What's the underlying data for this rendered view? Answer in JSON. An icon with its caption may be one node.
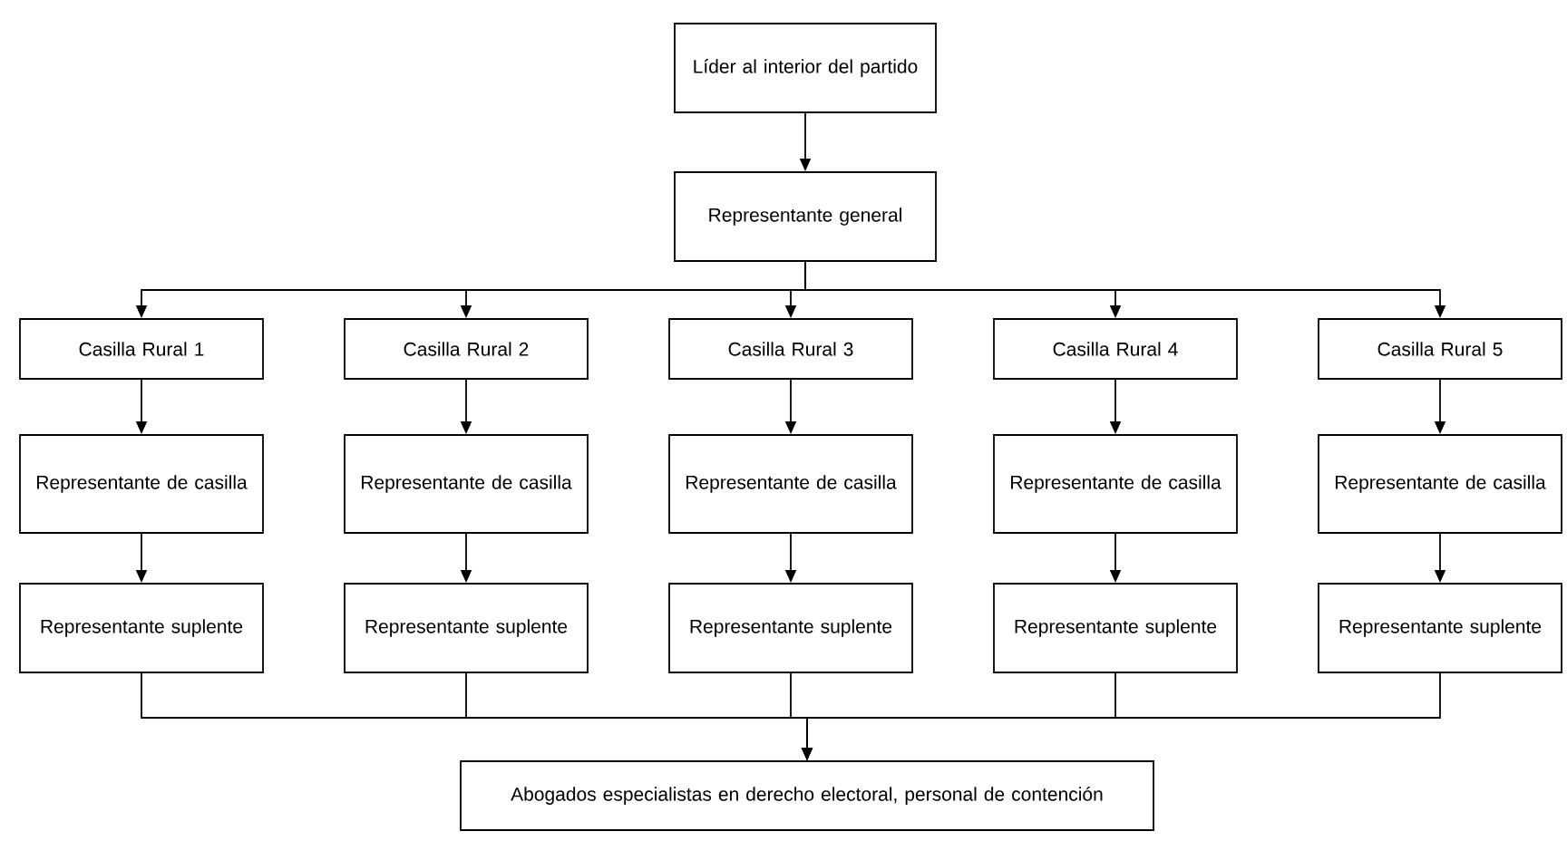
{
  "diagram": {
    "nodes": [
      {
        "text": [
          "Líder al interior del partido"
        ]
      },
      {
        "text": [
          "Representante general"
        ]
      },
      {
        "text": [
          "Casilla Rural 1"
        ]
      },
      {
        "text": [
          "Casilla Rural 2"
        ]
      },
      {
        "text": [
          "Casilla Rural 3"
        ]
      },
      {
        "text": [
          "Casilla Rural 4"
        ]
      },
      {
        "text": [
          "Casilla Rural 5"
        ]
      },
      {
        "text": [
          "Representante de casilla"
        ]
      },
      {
        "text": [
          "Representante de casilla"
        ]
      },
      {
        "text": [
          "Representante de casilla"
        ]
      },
      {
        "text": [
          "Representante de casilla"
        ]
      },
      {
        "text": [
          "Representante de casilla"
        ]
      },
      {
        "text": [
          "Representante suplente"
        ]
      },
      {
        "text": [
          "Representante suplente"
        ]
      },
      {
        "text": [
          "Representante suplente"
        ]
      },
      {
        "text": [
          "Representante suplente"
        ]
      },
      {
        "text": [
          "Representante suplente"
        ]
      },
      {
        "text": [
          "Abogados especialistas en derecho electoral, personal de contención"
        ]
      }
    ],
    "edges": [
      {
        "from": 0,
        "to": 1,
        "arrow": "to"
      },
      {
        "from": 1,
        "to": 2,
        "arrow": "to"
      },
      {
        "from": 1,
        "to": 3,
        "arrow": "to"
      },
      {
        "from": 1,
        "to": 4,
        "arrow": "to"
      },
      {
        "from": 1,
        "to": 5,
        "arrow": "to"
      },
      {
        "from": 1,
        "to": 6,
        "arrow": "to"
      },
      {
        "from": 2,
        "to": 7,
        "arrow": "to"
      },
      {
        "from": 3,
        "to": 8,
        "arrow": "to"
      },
      {
        "from": 4,
        "to": 9,
        "arrow": "to"
      },
      {
        "from": 5,
        "to": 10,
        "arrow": "to"
      },
      {
        "from": 6,
        "to": 11,
        "arrow": "to"
      },
      {
        "from": 7,
        "to": 12,
        "arrow": "to"
      },
      {
        "from": 8,
        "to": 13,
        "arrow": "to"
      },
      {
        "from": 9,
        "to": 14,
        "arrow": "to"
      },
      {
        "from": 10,
        "to": 15,
        "arrow": "to"
      },
      {
        "from": 11,
        "to": 16,
        "arrow": "to"
      },
      {
        "from": 12,
        "to": 17,
        "arrow": "to"
      },
      {
        "from": 13,
        "to": 17,
        "arrow": "to"
      },
      {
        "from": 14,
        "to": 17,
        "arrow": "to"
      },
      {
        "from": 15,
        "to": 17,
        "arrow": "to"
      },
      {
        "from": 16,
        "to": 17,
        "arrow": "to"
      }
    ]
  }
}
